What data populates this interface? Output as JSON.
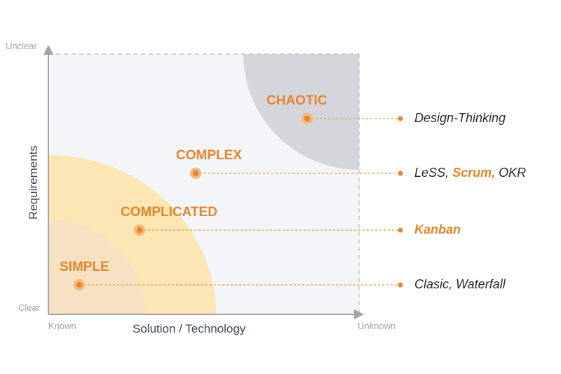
{
  "axes": {
    "y_top": "Unclear",
    "y_bottom": "Clear",
    "y_title": "Requirements",
    "x_left": "Known",
    "x_right": "Unknown",
    "x_title": "Solution / Technology"
  },
  "zones": [
    {
      "label": "CHAOTIC",
      "methods": [
        "Design-Thinking"
      ]
    },
    {
      "label": "COMPLEX",
      "methods": [
        "LeSS,",
        "Scrum,",
        "OKR"
      ],
      "highlight": [
        1
      ]
    },
    {
      "label": "COMPLICATED",
      "methods": [
        "Kanban"
      ],
      "highlight": [
        0
      ]
    },
    {
      "label": "SIMPLE",
      "methods": [
        "Clasic, Waterfall"
      ]
    }
  ],
  "colors": {
    "accent": "#e6852a",
    "plot_bg": "#f4f5f8",
    "chaotic_region": "#d4d6dc",
    "complicated_region": "#fbe6b4",
    "simple_region": "#f6e2c2",
    "axis": "#a0a3ab",
    "text_dark": "#2a2a2a"
  }
}
